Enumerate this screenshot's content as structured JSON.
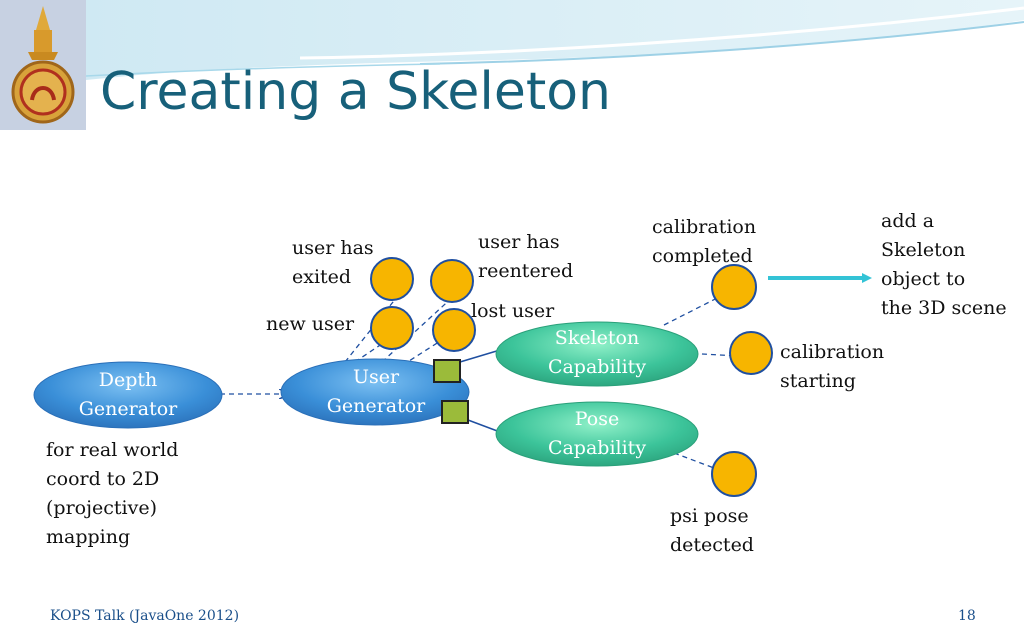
{
  "slide": {
    "title": "Creating a Skeleton",
    "footer_left": "KOPS Talk (JavaOne 2012)",
    "page_number": "18"
  },
  "nodes": {
    "depth_generator": "Depth\nGenerator",
    "user_generator": "User\nGenerator",
    "skeleton_capability": "Skeleton\nCapability",
    "pose_capability": "Pose\nCapability"
  },
  "labels": {
    "user_exited": "user has\nexited",
    "user_reentered": "user has\nreentered",
    "new_user": "new user",
    "lost_user": "lost user",
    "calibration_completed": "calibration\ncompleted",
    "add_skeleton": "add a\nSkeleton\nobject to\nthe 3D scene",
    "calibration_starting": "calibration\nstarting",
    "psi_pose": "psi pose\ndetected",
    "depth_note": "for real world\ncoord to 2D\n(projective)\nmapping"
  },
  "colors": {
    "title": "#17607a",
    "blue_node": "#3a8fd8",
    "green_node": "#3cc49a",
    "event_circle": "#f7b500",
    "port_square": "#9bbb3a",
    "arrow": "#33c3d6",
    "dashed_line": "#1f4fa0"
  }
}
